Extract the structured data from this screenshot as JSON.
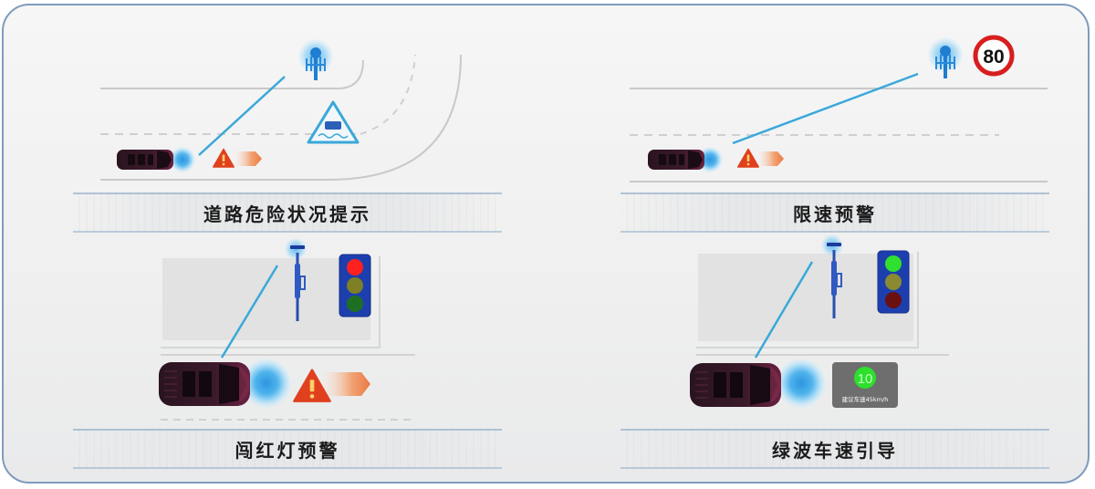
{
  "panels": [
    {
      "id": "road-hazard",
      "title": "道路危险状况提示",
      "hazard_sign": "slippery-road-warning"
    },
    {
      "id": "speed-limit",
      "title": "限速预警",
      "speed_limit_sign": "80"
    },
    {
      "id": "red-light",
      "title": "闯红灯预警",
      "traffic_light": {
        "active": "red"
      }
    },
    {
      "id": "green-wave",
      "title": "绿波车速引导",
      "traffic_light": {
        "active": "green"
      },
      "speed_display": {
        "countdown": "10",
        "advice": "建议车速45km/h"
      }
    }
  ],
  "colors": {
    "frame_border": "#7f9bbd",
    "signal_blue": "#3aa0e0",
    "warning_red": "#e0401e",
    "light_red": "#ff2020",
    "light_yellow": "#8a8a20",
    "light_green": "#2fd22f",
    "car_body": "#2a1620"
  }
}
